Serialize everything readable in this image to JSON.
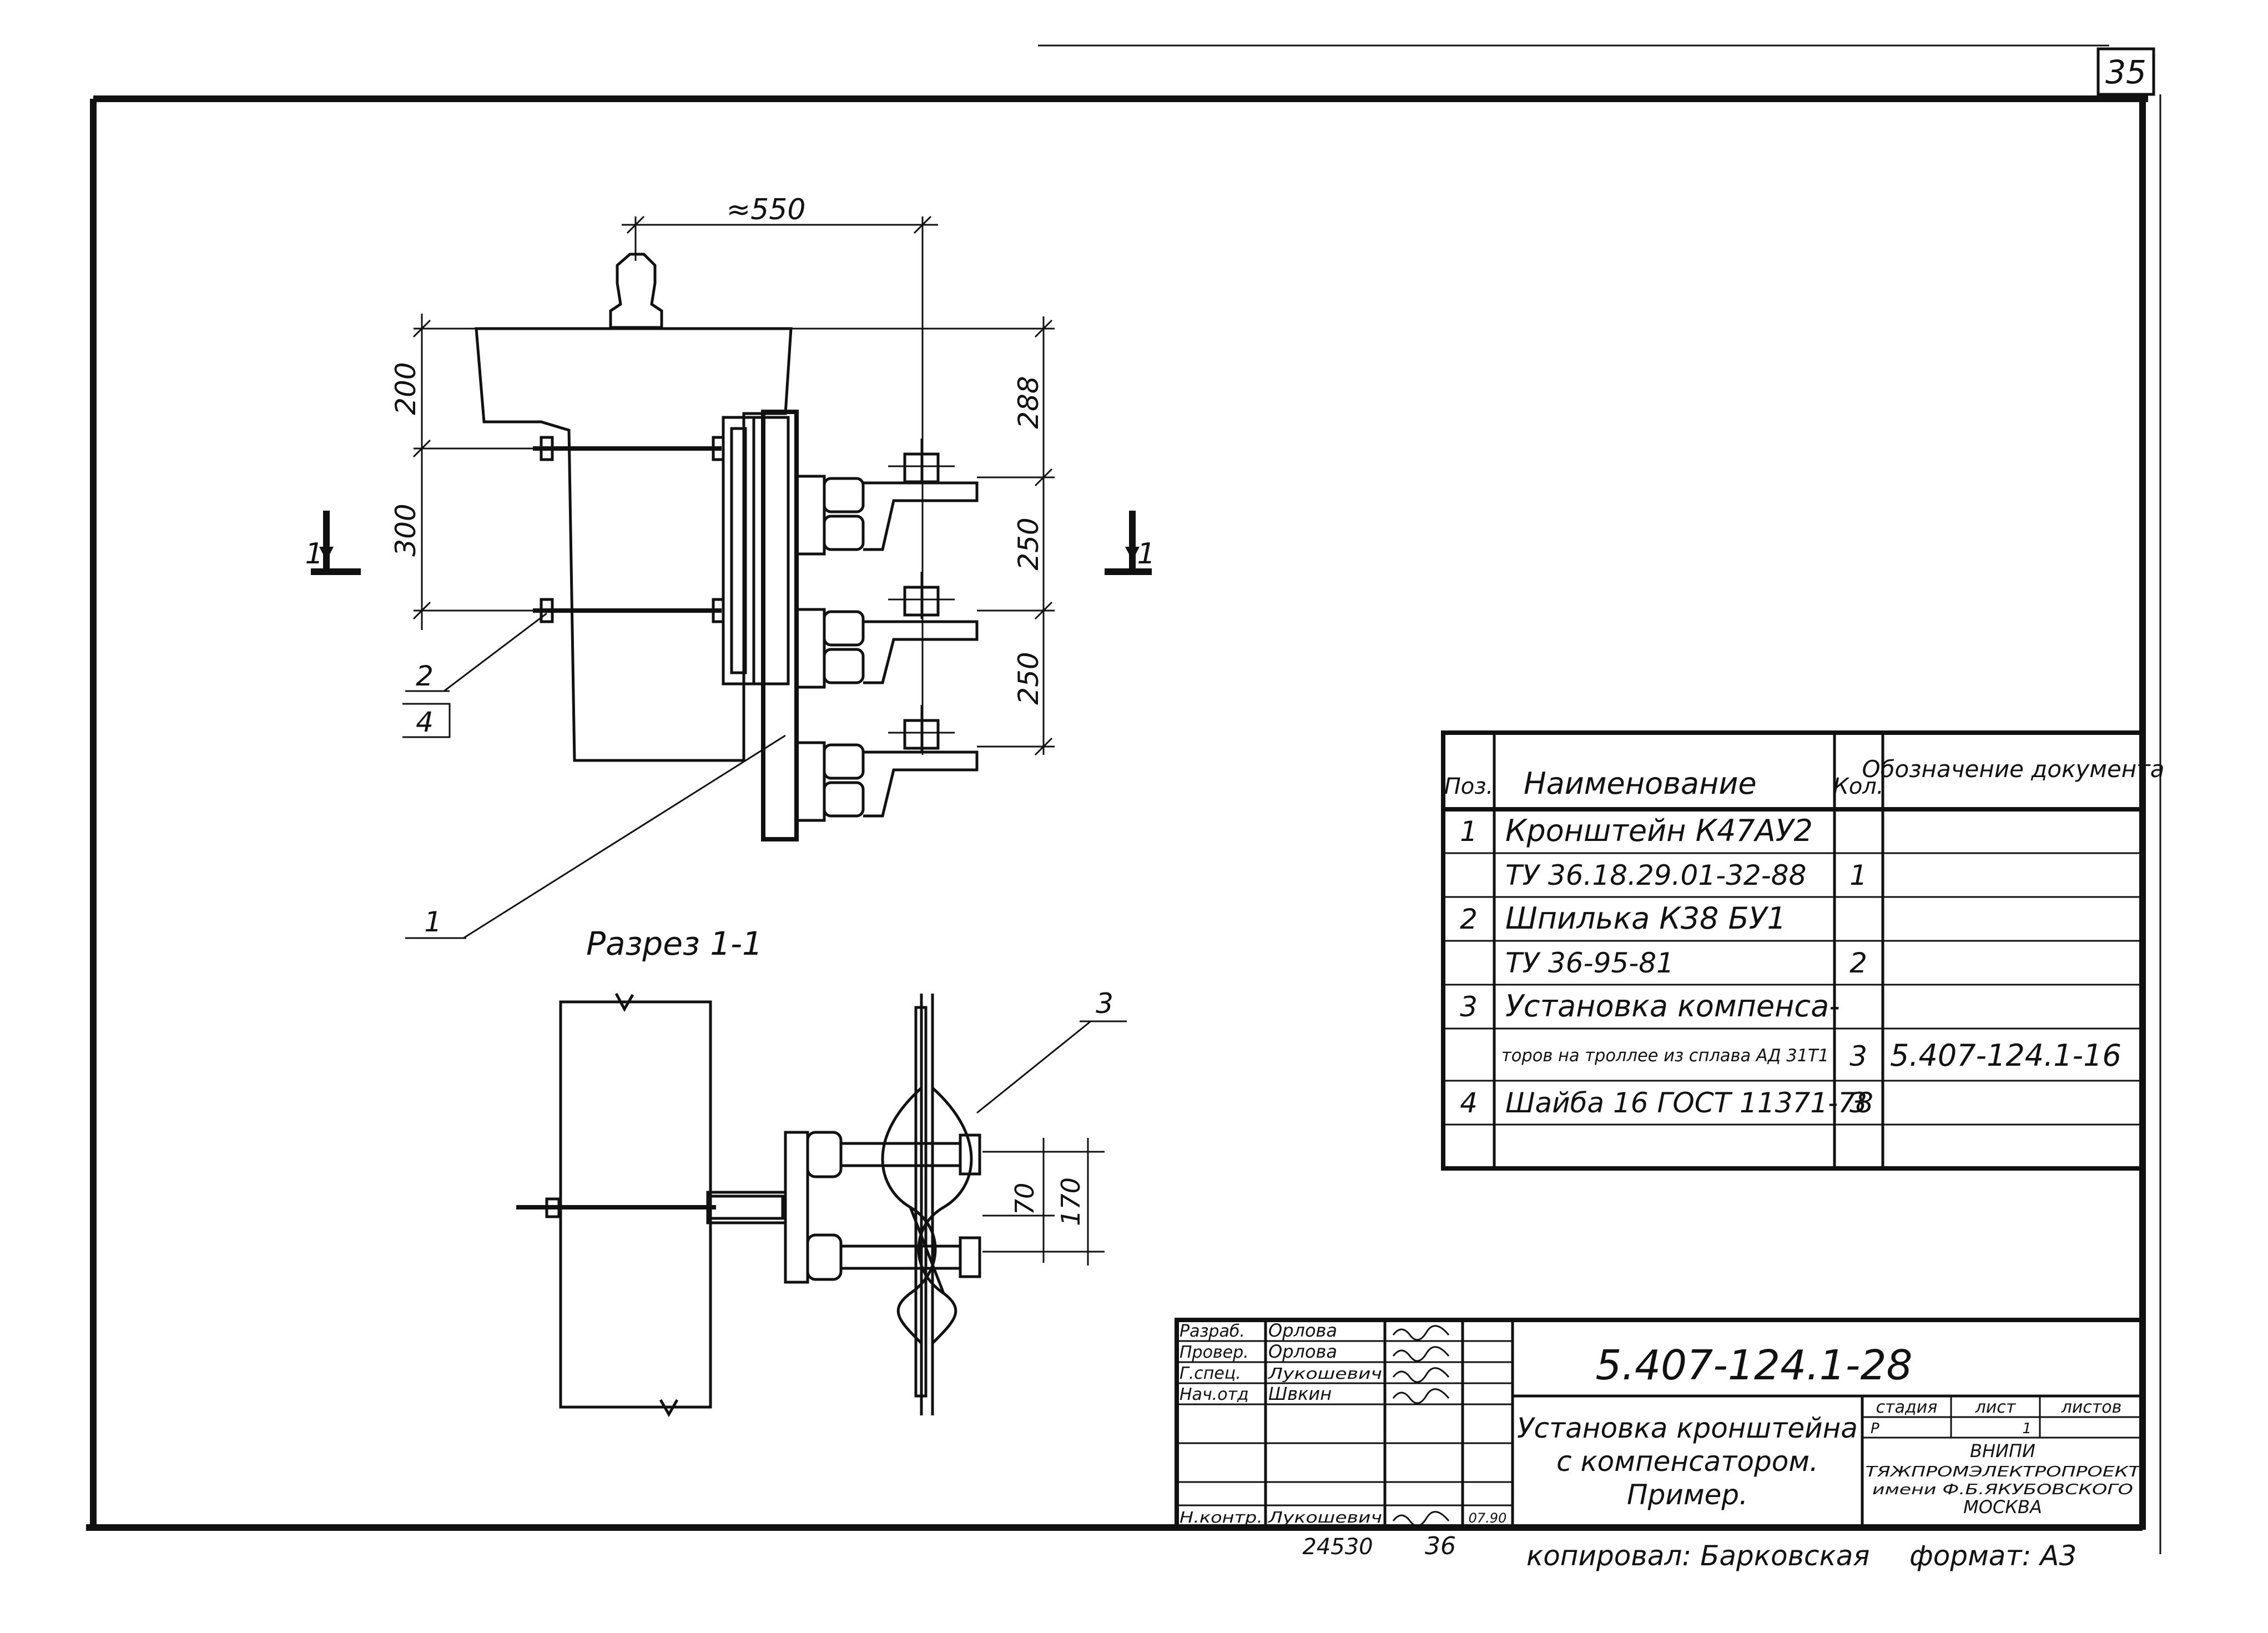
{
  "sheet": {
    "page_number": "35",
    "designation": "5.407-124.1-28",
    "title_lines": [
      "Установка кронштейна",
      "с компенсатором.",
      "Пример."
    ],
    "stage_headers": [
      "стадия",
      "лист",
      "листов"
    ],
    "stage_values": [
      "Р",
      "1",
      ""
    ],
    "organization": [
      "ВНИПИ",
      "ТЯЖПРОМЭЛЕКТРОПРОЕКТ",
      "имени Ф.Б.ЯКУБОВСКОГО",
      "МОСКВА"
    ],
    "signatures": [
      {
        "role": "Разраб.",
        "name": "Орлова",
        "date": ""
      },
      {
        "role": "Провер.",
        "name": "Орлова",
        "date": ""
      },
      {
        "role": "Г.спец.",
        "name": "Лукошевич",
        "date": ""
      },
      {
        "role": "Нач.отд",
        "name": "Швкин",
        "date": ""
      },
      {
        "role": "Н.контр.",
        "name": "Лукошевич",
        "date": "07.90"
      }
    ],
    "footer": {
      "inv_number": "24530",
      "page_ref": "36",
      "copied_by": "копировал: Барковская",
      "format": "формат: А3"
    }
  },
  "drawing": {
    "dim_top": "≈550",
    "dims_left": [
      "200",
      "300"
    ],
    "dims_right": [
      "288",
      "250",
      "250"
    ],
    "section_marks": [
      "1",
      "1"
    ],
    "callouts": {
      "pos2": "2",
      "pos4": "4",
      "pos1": "1",
      "pos3": "3"
    },
    "section_title": "Разрез 1-1",
    "section_dims": [
      "70",
      "170"
    ]
  },
  "specification": {
    "headers": [
      "Поз.",
      "Наименование",
      "Кол.",
      "Обозначение документа"
    ],
    "rows": [
      {
        "pos": "1",
        "name": "Кронштейн К47АУ2",
        "qty": "",
        "doc": ""
      },
      {
        "pos": "",
        "name": "ТУ 36.18.29.01-32-88",
        "qty": "1",
        "doc": ""
      },
      {
        "pos": "2",
        "name": "Шпилька К38 БУ1",
        "qty": "",
        "doc": ""
      },
      {
        "pos": "",
        "name": "ТУ 36-95-81",
        "qty": "2",
        "doc": ""
      },
      {
        "pos": "3",
        "name": "Установка компенса-",
        "qty": "",
        "doc": ""
      },
      {
        "pos": "",
        "name": "торов на троллее из сплава АД 31Т1",
        "qty": "3",
        "doc": "5.407-124.1-16"
      },
      {
        "pos": "4",
        "name": "Шайба 16 ГОСТ 11371-78",
        "qty": "3",
        "doc": ""
      },
      {
        "pos": "",
        "name": "",
        "qty": "",
        "doc": ""
      }
    ]
  }
}
